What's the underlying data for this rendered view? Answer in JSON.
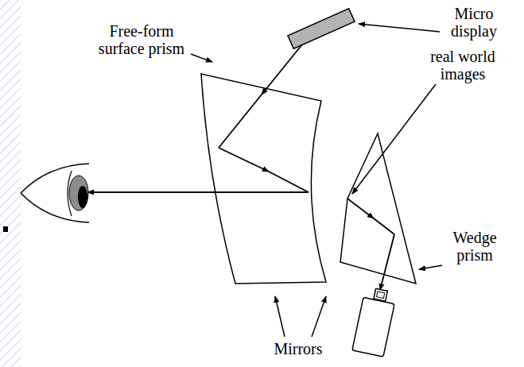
{
  "diagram": {
    "labels": [
      "Micro display",
      "Free-form surface prism",
      "real world images",
      "Wedge prism",
      "Mirrors"
    ]
  }
}
